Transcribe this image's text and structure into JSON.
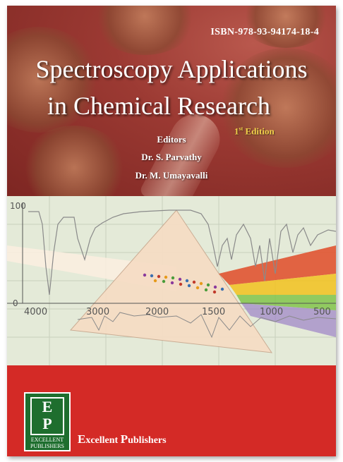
{
  "cover": {
    "isbn": "ISBN-978-93-94174-18-4",
    "title_line1": "Spectroscopy Applications",
    "title_line2": "in Chemical Research",
    "edition_number": "1",
    "edition_suffix": "st",
    "edition_word": " Edition",
    "editors_label": "Editors",
    "editor_1": "Dr. S. Parvathy",
    "editor_2": "Dr. M. Umayavalli"
  },
  "spectrum": {
    "y_tick_top": "100",
    "y_tick_bottom": "0",
    "x_ticks": [
      "4000",
      "3000",
      "2000",
      "1500",
      "1000",
      "500"
    ]
  },
  "publisher": {
    "logo_letter_top": "E",
    "logo_letter_bottom": "P",
    "logo_line1": "EXCELLENT",
    "logo_line2": "PUBLISHERS",
    "name_initial_1": "E",
    "name_rest_1": "xcellent ",
    "name_initial_2": "P",
    "name_rest_2": "ublishers"
  },
  "colors": {
    "top_band": "#9c3a33",
    "bottom_band": "#d42a26",
    "logo_green": "#1e6e2e",
    "edition_gold": "#f2d24a"
  }
}
